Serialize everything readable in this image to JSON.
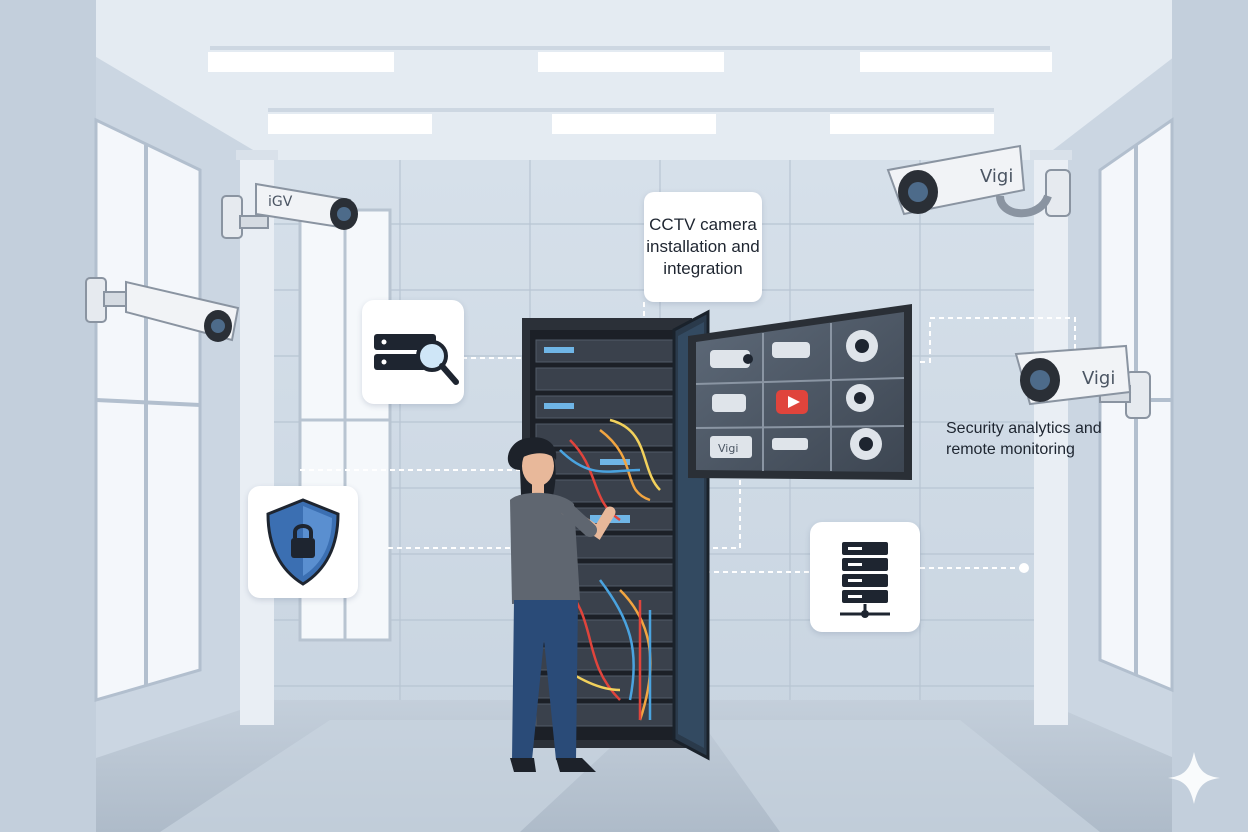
{
  "callouts": {
    "cctv_label": "CCTV camera installation and integration",
    "analytics_label": "Security analytics and remote monitoring"
  },
  "cameras": {
    "top_left_brand": "iGV",
    "top_right_brand": "Vigi",
    "right_brand": "Vigi",
    "monitor_tile_brand": "Vigi"
  },
  "icons": [
    "server-search-icon",
    "shield-lock-icon",
    "server-network-icon",
    "play-icon",
    "sparkle-icon"
  ],
  "colors": {
    "accent_blue": "#2b6cb0",
    "shield_blue": "#3b6fb2",
    "play_red": "#e0443c",
    "rack_dark": "#2b3038"
  }
}
